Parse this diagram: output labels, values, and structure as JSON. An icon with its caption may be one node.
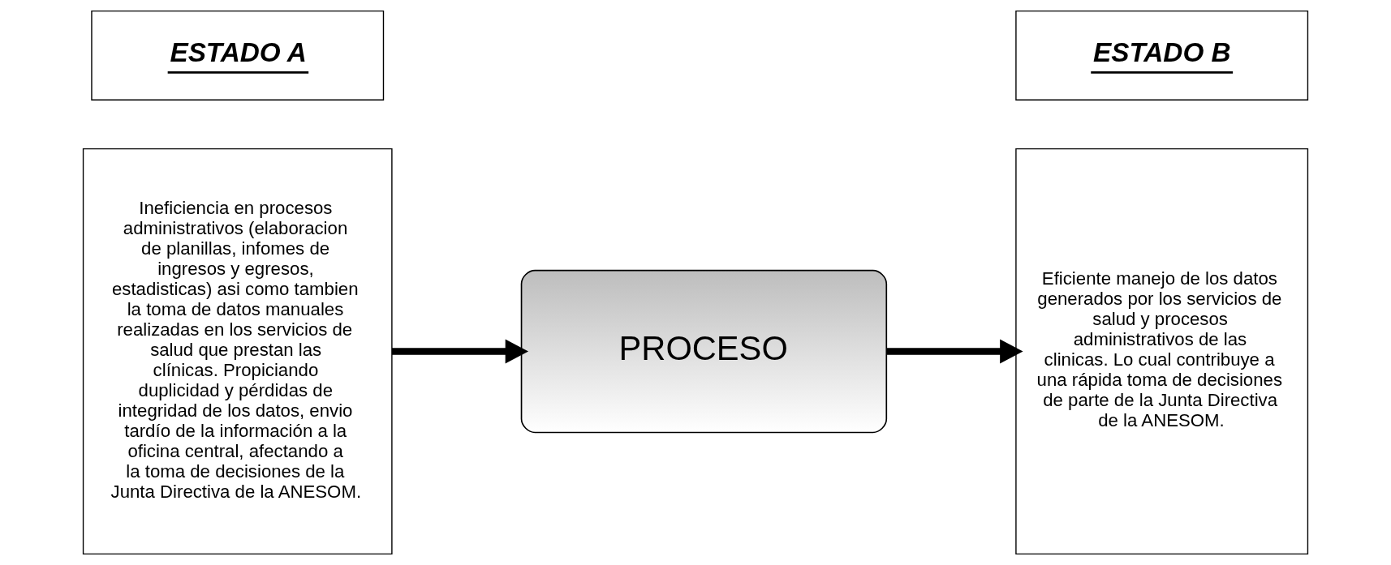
{
  "diagram": {
    "nodes": [
      {
        "text": [
          "ESTADO A"
        ]
      },
      {
        "text": [
          "Ineficiencia en procesos administrativos (elaboracion de planillas, infomes de ingresos y egresos, estadisticas) asi como tambien la toma de datos manuales realizadas en los servicios de salud que prestan las clínicas. Propiciando duplicidad y pérdidas de integridad de los datos, envio tardío de la información a la oficina central, afectando a la toma de decisiones de la Junta Directiva de la ANESOM."
        ]
      },
      {
        "text": [
          "PROCESO"
        ]
      },
      {
        "text": [
          "ESTADO B"
        ]
      },
      {
        "text": [
          "Eficiente manejo de los datos generados por los servicios de salud y procesos administrativos de las clinicas. Lo cual contribuye a una rápida toma de decisiones de parte de la Junta Directiva de la ANESOM."
        ]
      }
    ],
    "edges": [
      {
        "from": 1,
        "to": 2,
        "arrow": "to"
      },
      {
        "from": 2,
        "to": 4,
        "arrow": "to"
      }
    ]
  }
}
